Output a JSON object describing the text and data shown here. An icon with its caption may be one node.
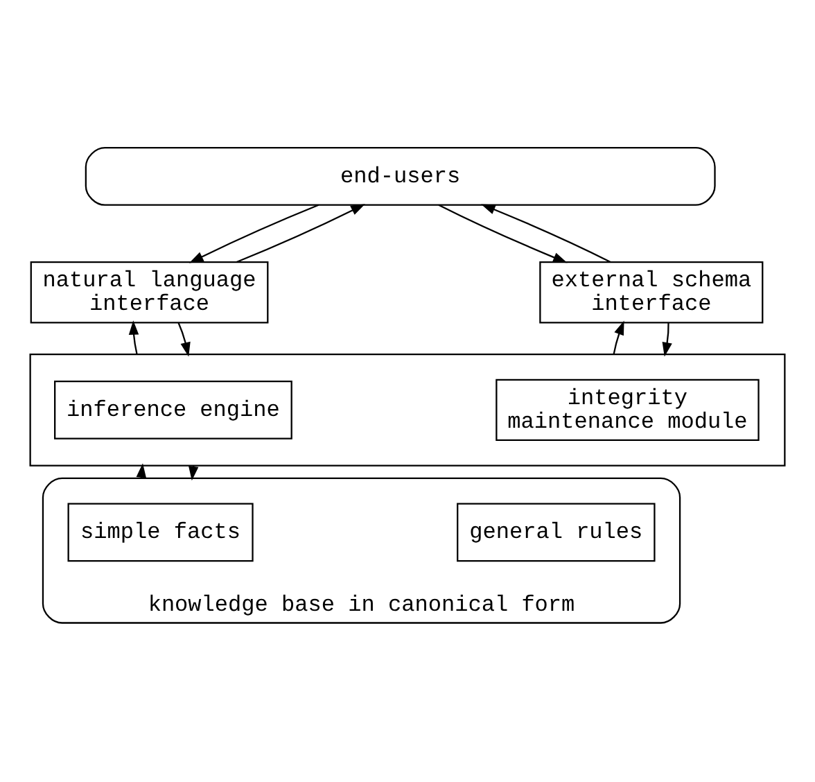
{
  "diagram": {
    "nodes": [
      {
        "text": [
          "end-users"
        ]
      },
      {
        "text": [
          "natural language interface"
        ]
      },
      {
        "text": [
          "external schema interface"
        ]
      },
      {
        "text": [],
        "shape": "box"
      },
      {
        "text": [
          "inference engine"
        ],
        "in": 3
      },
      {
        "text": [
          "integrity maintenance module"
        ],
        "in": 3
      },
      {
        "text": [
          "knowledge base in canonical form"
        ]
      },
      {
        "text": [
          "simple facts"
        ],
        "in": 6
      },
      {
        "text": [
          "general rules"
        ],
        "in": 6
      }
    ],
    "edges": [
      {
        "from": 0,
        "to": 1,
        "arrow": "to"
      },
      {
        "from": 1,
        "to": 0,
        "arrow": "to"
      },
      {
        "from": 0,
        "to": 2,
        "arrow": "to"
      },
      {
        "from": 2,
        "to": 0,
        "arrow": "to"
      },
      {
        "from": 1,
        "to": 3,
        "arrow": "to"
      },
      {
        "from": 3,
        "to": 1,
        "arrow": "to"
      },
      {
        "from": 2,
        "to": 3,
        "arrow": "to"
      },
      {
        "from": 3,
        "to": 2,
        "arrow": "to"
      },
      {
        "from": 3,
        "to": 6,
        "arrow": "to"
      },
      {
        "from": 6,
        "to": 3,
        "arrow": "to"
      }
    ]
  }
}
